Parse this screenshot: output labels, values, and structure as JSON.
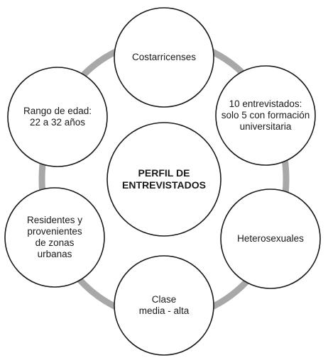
{
  "colors": {
    "ring": "#a8a8a8",
    "circle_stroke": "#1a1a1a",
    "circle_fill": "#ffffff",
    "text": "#1a1a1a"
  },
  "center": {
    "label": "PERFIL DE\nENTREVISTADOS"
  },
  "nodes": [
    {
      "label": "Costarricenses"
    },
    {
      "label": "10 entrevistados:\nsolo 5 con formación\nuniversitaria"
    },
    {
      "label": "Heterosexuales"
    },
    {
      "label": "Clase\nmedia - alta"
    },
    {
      "label": "Residentes y\nprovenientes\nde zonas\nurbanas"
    },
    {
      "label": "Rango de edad:\n22 a 32 años"
    }
  ]
}
